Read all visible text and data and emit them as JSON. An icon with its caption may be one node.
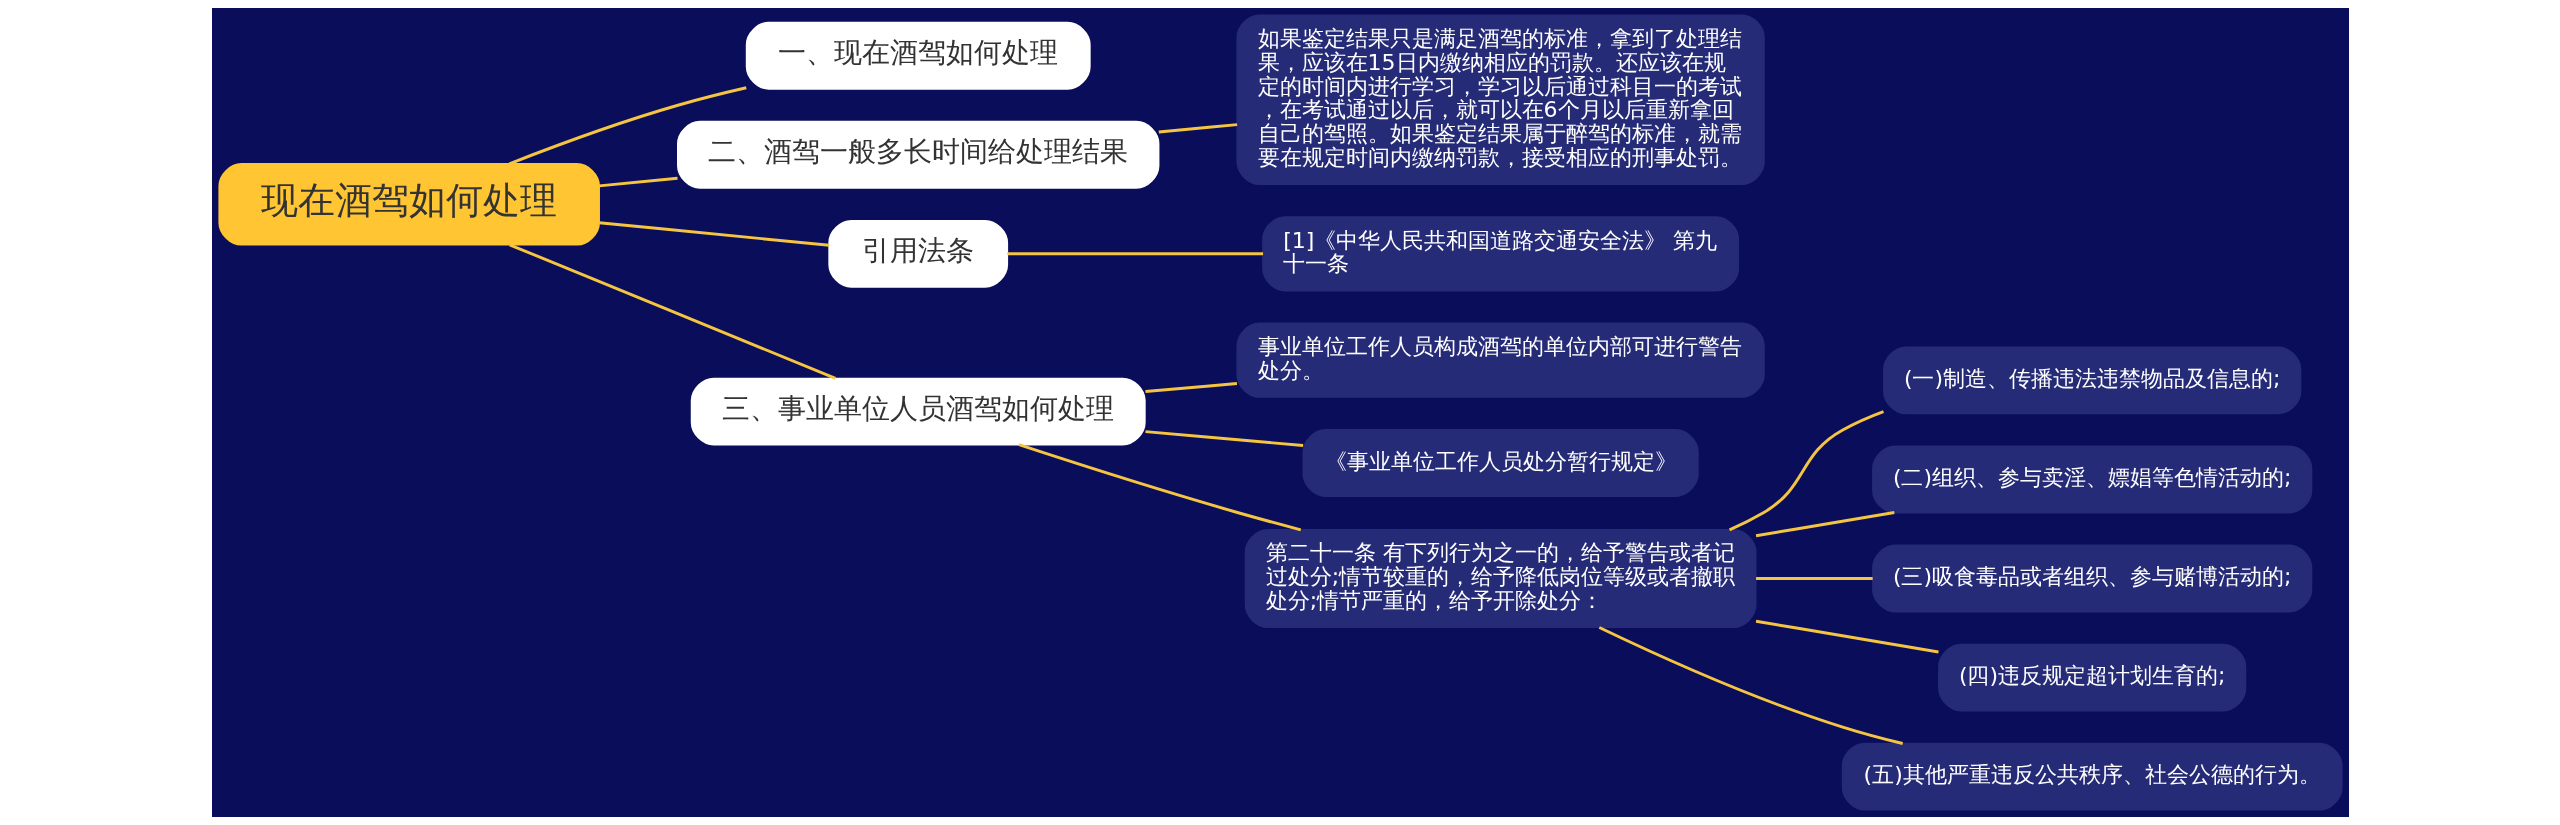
{
  "diagram": {
    "nodes": [
      {
        "text": [
          "现在酒驾如何处理"
        ]
      },
      {
        "text": [
          "一、现在酒驾如何处理"
        ]
      },
      {
        "text": [
          "二、酒驾一般多长时间给处理结果"
        ]
      },
      {
        "text": [
          "如果鉴定结果只是满足酒驾的标准，拿到了处理结果，应该在15日内缴纳相应的罚款。还应该在规定的时间内进行学习，学习以后通过科目一的考试，在考试通过以后，就可以在6个月以后重新拿回自己的驾照。如果鉴定结果属于醉驾的标准，就需要在规定时间内缴纳罚款，接受相应的刑事处罚。"
        ]
      },
      {
        "text": [
          "引用法条"
        ]
      },
      {
        "text": [
          "[1]《中华人民共和国道路交通安全法》 第九十一条"
        ]
      },
      {
        "text": [
          "三、事业单位人员酒驾如何处理"
        ]
      },
      {
        "text": [
          "事业单位工作人员构成酒驾的单位内部可进行警告处分。"
        ]
      },
      {
        "text": [
          "《事业单位工作人员处分暂行规定》"
        ]
      },
      {
        "text": [
          "第二十一条 有下列行为之一的，给予警告或者记过处分;情节较重的，给予降低岗位等级或者撤职处分;情节严重的，给予开除处分："
        ]
      },
      {
        "text": [
          "(一)制造、传播违法违禁物品及信息的;"
        ]
      },
      {
        "text": [
          "(二)组织、参与卖淫、嫖娼等色情活动的;"
        ]
      },
      {
        "text": [
          "(三)吸食毒品或者组织、参与赌博活动的;"
        ]
      },
      {
        "text": [
          "(四)违反规定超计划生育的;"
        ]
      },
      {
        "text": [
          "(五)其他严重违反公共秩序、社会公德的行为。"
        ]
      }
    ],
    "edges": [
      {
        "from": 0,
        "to": 1,
        "arrow": "none"
      },
      {
        "from": 0,
        "to": 2,
        "arrow": "none"
      },
      {
        "from": 2,
        "to": 3,
        "arrow": "none"
      },
      {
        "from": 0,
        "to": 4,
        "arrow": "none"
      },
      {
        "from": 4,
        "to": 5,
        "arrow": "none"
      },
      {
        "from": 0,
        "to": 6,
        "arrow": "none"
      },
      {
        "from": 6,
        "to": 7,
        "arrow": "none"
      },
      {
        "from": 6,
        "to": 8,
        "arrow": "none"
      },
      {
        "from": 6,
        "to": 9,
        "arrow": "none"
      },
      {
        "from": 9,
        "to": 10,
        "arrow": "none"
      },
      {
        "from": 9,
        "to": 11,
        "arrow": "none"
      },
      {
        "from": 9,
        "to": 12,
        "arrow": "none"
      },
      {
        "from": 9,
        "to": 13,
        "arrow": "none"
      },
      {
        "from": 9,
        "to": 14,
        "arrow": "none"
      }
    ]
  }
}
